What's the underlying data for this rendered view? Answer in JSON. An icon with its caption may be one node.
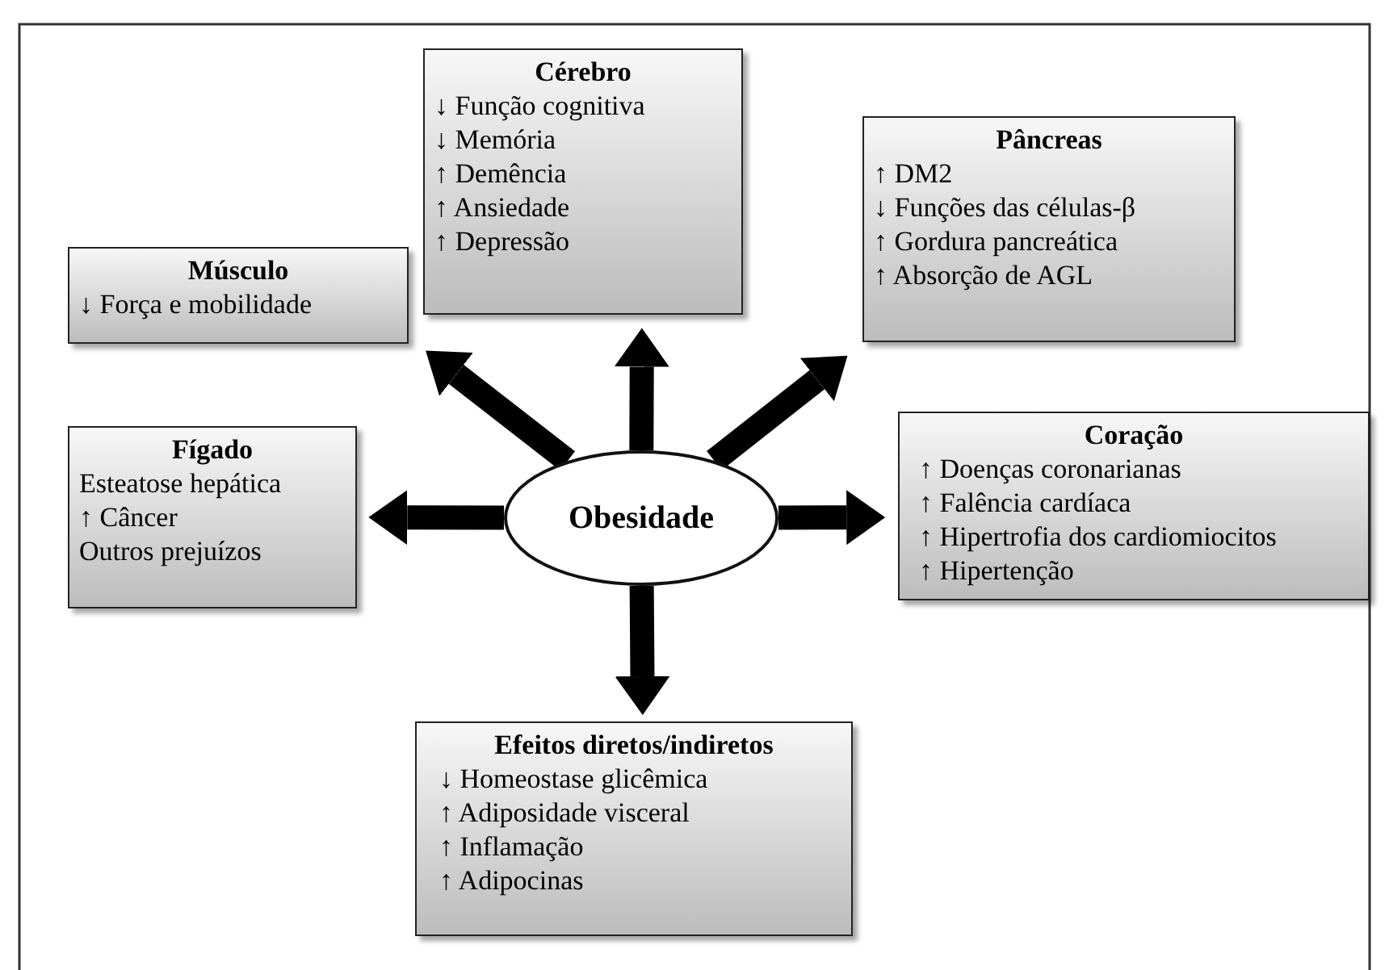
{
  "diagram": {
    "nodes": [
      {
        "text": [
          "Obesidade"
        ]
      },
      {
        "text": [
          "Cérebro",
          "↓ Função cognitiva",
          "↓ Memória",
          "↑ Demência",
          "↑ Ansiedade",
          "↑ Depressão"
        ]
      },
      {
        "text": [
          "Pâncreas",
          "↑ DM2",
          "↓ Funções das células-β",
          "↑ Gordura pancreática",
          "↑ Absorção de AGL"
        ]
      },
      {
        "text": [
          "Músculo",
          "↓ Força e mobilidade"
        ]
      },
      {
        "text": [
          "Coração",
          "↑ Doenças coronarianas",
          "↑ Falência cardíaca",
          "↑ Hipertrofia dos cardiomiocitos",
          "↑ Hipertenção"
        ]
      },
      {
        "text": [
          "Fígado",
          "Esteatose hepática",
          "↑ Câncer",
          "Outros prejuízos"
        ]
      },
      {
        "text": [
          "Efeitos diretos/indiretos",
          "↓ Homeostase glicêmica",
          "↑ Adiposidade visceral",
          "↑ Inflamação",
          "↑ Adipocinas"
        ]
      }
    ],
    "edges": [
      {
        "from": 0,
        "to": 1,
        "arrow": "to"
      },
      {
        "from": 0,
        "to": 2,
        "arrow": "to"
      },
      {
        "from": 0,
        "to": 3,
        "arrow": "to"
      },
      {
        "from": 0,
        "to": 4,
        "arrow": "to"
      },
      {
        "from": 0,
        "to": 5,
        "arrow": "to"
      },
      {
        "from": 0,
        "to": 6,
        "arrow": "to"
      }
    ]
  }
}
